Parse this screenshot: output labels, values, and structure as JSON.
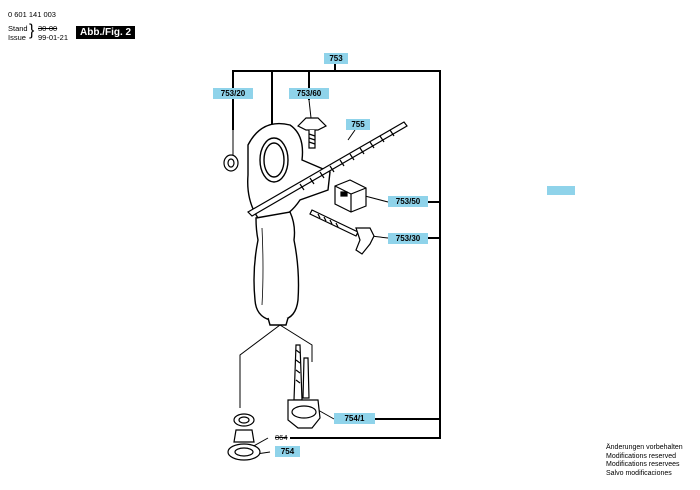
{
  "header": {
    "doc_number": "0 601 141 003",
    "stand_label": "Stand",
    "issue_label": "Issue",
    "old_date": "30-00",
    "date": "99-01-21",
    "fig_label": "Abb./Fig. 2"
  },
  "parts": {
    "p753": "753",
    "p753_20": "753/20",
    "p753_60": "753/60",
    "p755": "755",
    "p753_50": "753/50",
    "p753_30": "753/30",
    "p754_1": "754/1",
    "p864": "864",
    "p754": "754"
  },
  "footer": {
    "line1": "Änderungen vorbehalten",
    "line2": "Modifications reserved",
    "line3": "Modifications reservees",
    "line4": "Salvo modificaciones"
  }
}
